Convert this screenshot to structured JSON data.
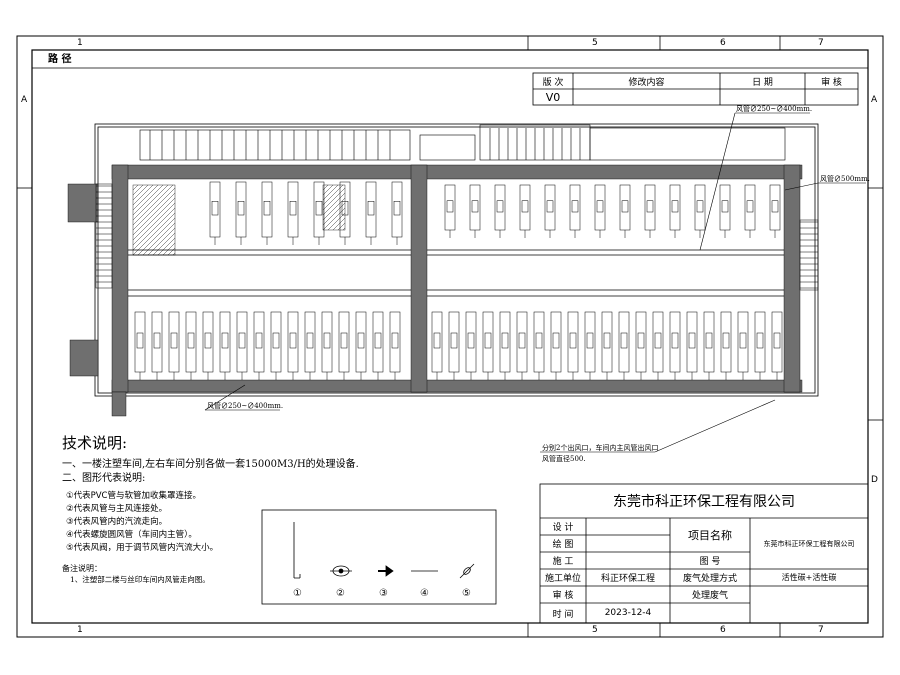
{
  "sheet": {
    "zone_numbers_top": [
      "1",
      "5",
      "6",
      "7"
    ],
    "zone_numbers_bottom": [
      "1",
      "5",
      "6",
      "7"
    ],
    "zone_letters_left": [
      "A"
    ],
    "zone_letters_right": [
      "A",
      "D"
    ],
    "header_label": "路 径"
  },
  "revision_table": {
    "headers": [
      "版 次",
      "修改内容",
      "日 期",
      "审 核"
    ],
    "row": [
      "V0",
      "",
      "",
      ""
    ]
  },
  "plan": {
    "duct_label_top": "风管∅250~∅400mm.",
    "duct_label_right": "风管∅500mm.",
    "duct_label_bottom": "风管∅250~∅400mm.",
    "outlet_note_lines": [
      "分别2个出风口，车间内主风管出风口",
      "风管直径500."
    ]
  },
  "notes": {
    "title": "技术说明:",
    "item1": "一、一楼注塑车间,左右车间分别各做一套15000M3/H的处理设备.",
    "item2": "二、图形代表说明:",
    "symbols": [
      "①代表PVC管与软管加收集罩连接。",
      "②代表风管与主风连接处。",
      "③代表风管内的汽流走向。",
      "④代表螺旋圆风管（车间内主管）。",
      "⑤代表风阀，用于调节风管内汽流大小。"
    ],
    "remark_title": "备注说明：",
    "remark": "1、注塑部二楼与丝印车间内风管走向图。"
  },
  "legend": {
    "numbers": [
      "①",
      "②",
      "③",
      "④",
      "⑤"
    ],
    "icons": [
      "pvc-hose-icon",
      "duct-joint-icon",
      "airflow-arrow-icon",
      "spiral-duct-icon",
      "damper-icon"
    ]
  },
  "title_block": {
    "company": "东莞市科正环保工程有限公司",
    "labels": [
      "设 计",
      "绘 图",
      "施 工",
      "施工单位",
      "审 核",
      "时 间"
    ],
    "construction_unit": "科正环保工程",
    "date": "2023-12-4",
    "project_name_label": "项目名称",
    "project_name_value": "东莞市科正环保工程有限公司",
    "drawing_no_label": "图 号",
    "method_label": "废气处理方式",
    "method_value": "活性碳+活性碳",
    "treat_label": "处理废气"
  },
  "colors": {
    "line": "#000000",
    "wall": "#6f6f6f",
    "paper": "#ffffff"
  }
}
